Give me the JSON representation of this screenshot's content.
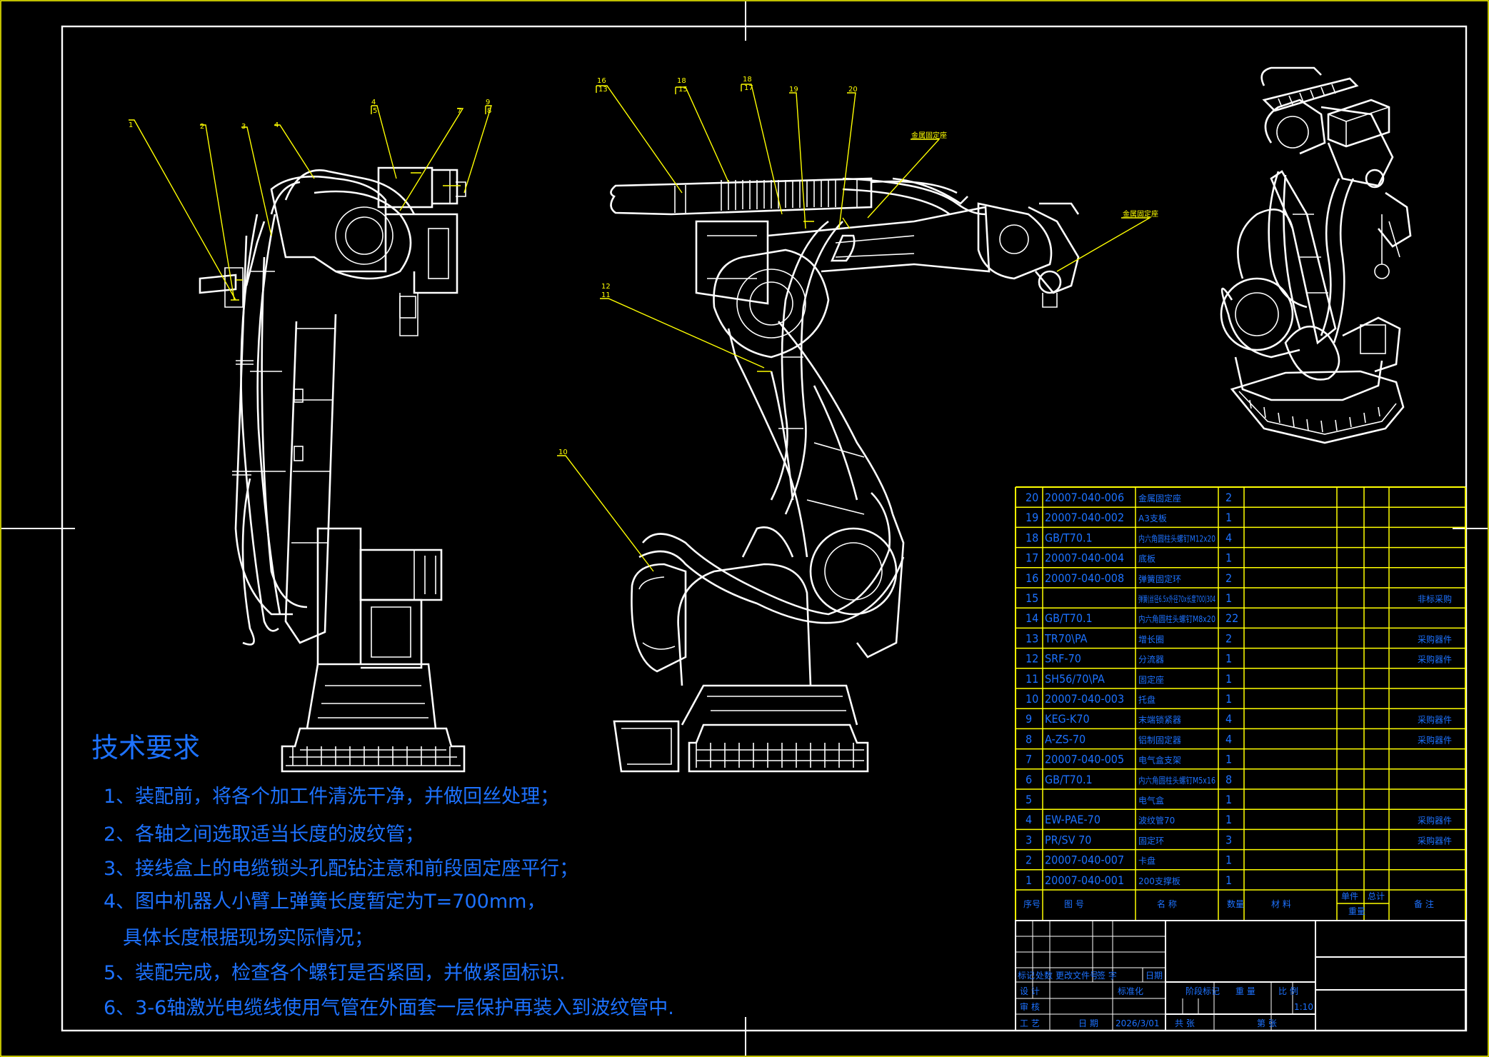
{
  "colors": {
    "background": "#000000",
    "linework": "#ffffff",
    "leader": "#ffff00",
    "text": "#1d72ff"
  },
  "tech_requirements": {
    "title": "技术要求",
    "items": [
      "1、装配前，将各个加工件清洗干净，并做回丝处理；",
      "2、各轴之间选取适当长度的波纹管；",
      "3、接线盒上的电缆锁头孔配钻注意和前段固定座平行；",
      "4、图中机器人小臂上弹簧长度暂定为T=700mm，",
      "具体长度根据现场实际情况；",
      "5、装配完成，检查各个螺钉是否紧固，并做紧固标识.",
      "6、3-6轴激光电缆线使用气管在外面套一层保护再装入到波纹管中."
    ]
  },
  "side_view_balloons": [
    "1",
    "2",
    "3",
    "4",
    "4",
    "7",
    "9"
  ],
  "side_view_balloons_sub": [
    "",
    "",
    "",
    "",
    "5",
    "",
    "8"
  ],
  "front_view_balloons": [
    "16",
    "18",
    "18",
    "19",
    "20",
    "12",
    "10"
  ],
  "front_view_balloons_sub": [
    "13",
    "15",
    "17",
    "",
    "",
    "11",
    ""
  ],
  "front_view_labels": [
    "金属固定座",
    "金属固定座"
  ],
  "bom": {
    "rows": [
      {
        "no": "20",
        "code": "20007-040-006",
        "name": "金属固定座",
        "qty": "2",
        "material": "",
        "remark": ""
      },
      {
        "no": "19",
        "code": "20007-040-002",
        "name": "A3支板",
        "qty": "1",
        "material": "",
        "remark": ""
      },
      {
        "no": "18",
        "code": "GB/T70.1",
        "name": "内六角圆柱头螺钉M12x20",
        "qty": "4",
        "material": "",
        "remark": ""
      },
      {
        "no": "17",
        "code": "20007-040-004",
        "name": "底板",
        "qty": "1",
        "material": "",
        "remark": ""
      },
      {
        "no": "16",
        "code": "20007-040-008",
        "name": "弹簧固定环",
        "qty": "2",
        "material": "",
        "remark": ""
      },
      {
        "no": "15",
        "code": "",
        "name": "弹簧(丝径6.5x外径70x长度700)304",
        "qty": "1",
        "material": "",
        "remark": "非标采购"
      },
      {
        "no": "14",
        "code": "GB/T70.1",
        "name": "内六角圆柱头螺钉M8x20",
        "qty": "22",
        "material": "",
        "remark": ""
      },
      {
        "no": "13",
        "code": "TR70\\PA",
        "name": "增长圈",
        "qty": "2",
        "material": "",
        "remark": "采购器件"
      },
      {
        "no": "12",
        "code": "SRF-70",
        "name": "分流器",
        "qty": "1",
        "material": "",
        "remark": "采购器件"
      },
      {
        "no": "11",
        "code": "SH56/70\\PA",
        "name": "固定座",
        "qty": "1",
        "material": "",
        "remark": ""
      },
      {
        "no": "10",
        "code": "20007-040-003",
        "name": "托盘",
        "qty": "1",
        "material": "",
        "remark": ""
      },
      {
        "no": "9",
        "code": "KEG-K70",
        "name": "末端锁紧器",
        "qty": "4",
        "material": "",
        "remark": "采购器件"
      },
      {
        "no": "8",
        "code": "A-ZS-70",
        "name": "铝制固定器",
        "qty": "4",
        "material": "",
        "remark": "采购器件"
      },
      {
        "no": "7",
        "code": "20007-040-005",
        "name": "电气盒支架",
        "qty": "1",
        "material": "",
        "remark": ""
      },
      {
        "no": "6",
        "code": "GB/T70.1",
        "name": "内六角圆柱头螺钉M5x16",
        "qty": "8",
        "material": "",
        "remark": ""
      },
      {
        "no": "5",
        "code": "",
        "name": "电气盒",
        "qty": "1",
        "material": "",
        "remark": ""
      },
      {
        "no": "4",
        "code": "EW-PAE-70",
        "name": "波纹管70",
        "qty": "1",
        "material": "",
        "remark": "采购器件"
      },
      {
        "no": "3",
        "code": "PR/SV 70",
        "name": "固定环",
        "qty": "3",
        "material": "",
        "remark": "采购器件"
      },
      {
        "no": "2",
        "code": "20007-040-007",
        "name": "卡盘",
        "qty": "1",
        "material": "",
        "remark": ""
      },
      {
        "no": "1",
        "code": "20007-040-001",
        "name": "200支撑板",
        "qty": "1",
        "material": "",
        "remark": ""
      }
    ],
    "headers": {
      "no": "序号",
      "code": "图  号",
      "name": "名  称",
      "qty": "数量",
      "material": "材  料",
      "unit": "单件",
      "total": "总计",
      "weight": "重量",
      "remark": "备  注"
    }
  },
  "title_block": {
    "row_labels": [
      "标记",
      "处数",
      "更改文件号",
      "签 字",
      "日期"
    ],
    "designer": "设 计",
    "standard": "标准化",
    "review": "审 核",
    "craft": "工 艺",
    "approve": "日 期",
    "stage": "阶段标记",
    "weight": "重 量",
    "scale": "比 例",
    "scale_value": "1:10",
    "sheet": "共  张",
    "sheet_of": "第  张",
    "date": "2026/3/01"
  }
}
